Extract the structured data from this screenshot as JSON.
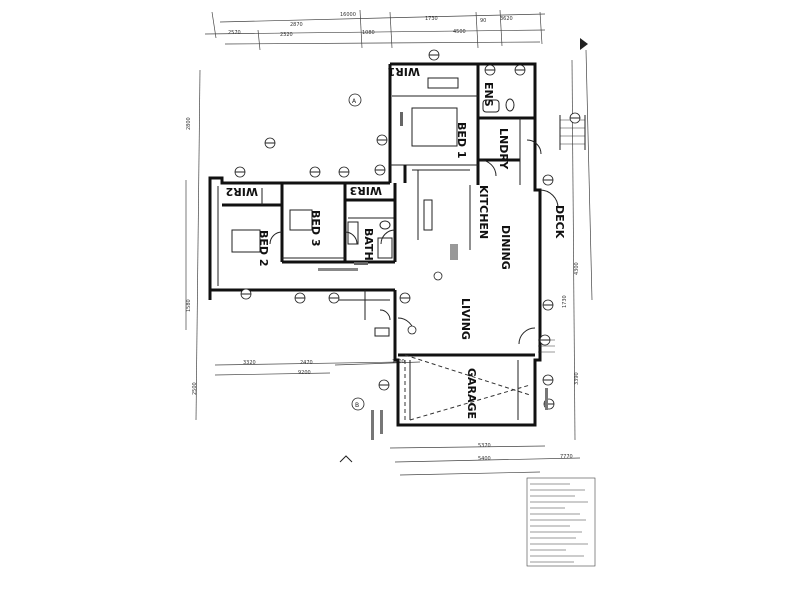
{
  "rooms": {
    "wir1": "WIR1",
    "ens": "ENS",
    "bed1": "BED 1",
    "lndry": "LNDRY",
    "kitchen": "KITCHEN",
    "dining": "DINING",
    "deck": "DECK",
    "wir2": "WIR2",
    "wir3": "WIR3",
    "bed3": "BED 3",
    "bed2": "BED 2",
    "bath": "BATH",
    "living": "LIVING",
    "garage": "GARAGE"
  },
  "section_markers": {
    "a": "A",
    "b": "B"
  },
  "dimensions": {
    "top_total": "16000",
    "top_1730": "1730",
    "top_3620": "3620",
    "top_2570": "2570",
    "top_2870": "2870",
    "top_2320": "2320",
    "top_1080": "1080",
    "top_4500": "4500",
    "top_90": "90",
    "mid_3320": "3320",
    "mid_2470": "2470",
    "mid_9200": "9200",
    "mid_1100": "1100",
    "bot_5370": "5370",
    "bot_5400": "5400",
    "bot_7770": "7770",
    "left_2800": "2800",
    "left_1580": "1580",
    "left_2500": "2500",
    "right_4300": "4300",
    "right_3390": "3390",
    "right_1730": "1730"
  }
}
